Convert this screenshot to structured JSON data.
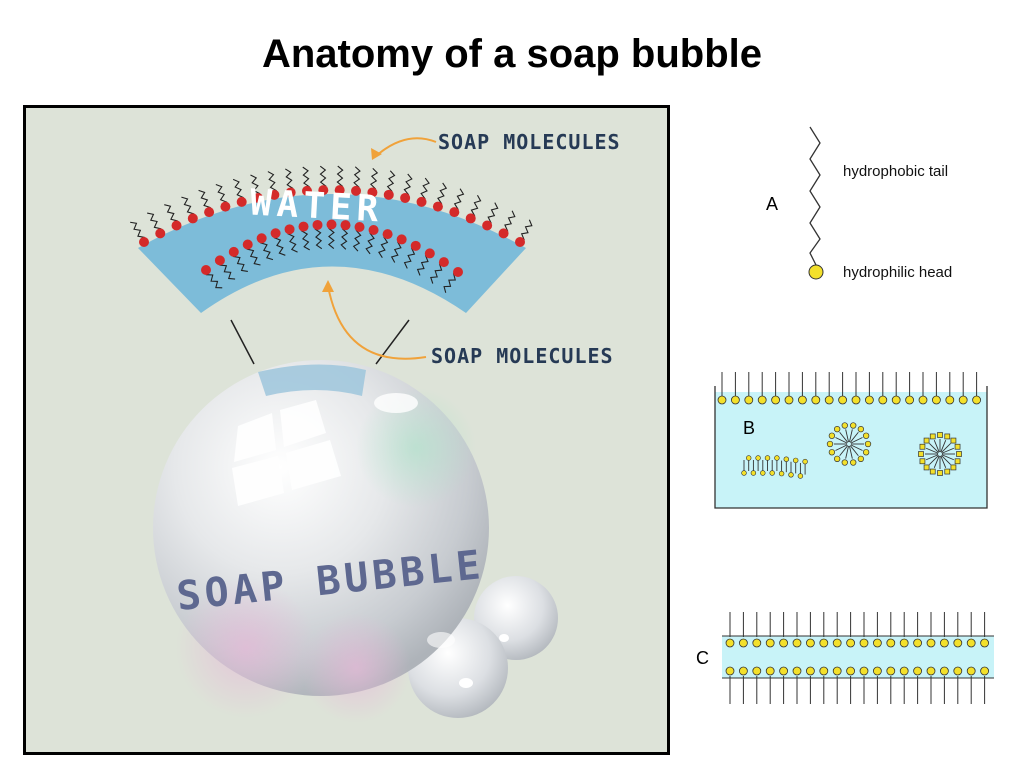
{
  "title": "Anatomy of a soap bubble",
  "panel_main": {
    "water_label": "WATER",
    "soap_label_top": "SOAP MOLECULES",
    "soap_label_mid": "SOAP MOLECULES",
    "bubble_label": "SOAP BUBBLE"
  },
  "panel_a": {
    "letter": "A",
    "tail_label": "hydrophobic tail",
    "head_label": "hydrophilic head"
  },
  "panel_b": {
    "letter": "B"
  },
  "panel_c": {
    "letter": "C"
  },
  "colors": {
    "water": "#7dbcd9",
    "head_red": "#d42a2a",
    "head_yellow": "#f3e02b",
    "tank_fill": "#c8f3f8",
    "arrow": "#f0a23a",
    "bubble_text": "#5e6890"
  }
}
